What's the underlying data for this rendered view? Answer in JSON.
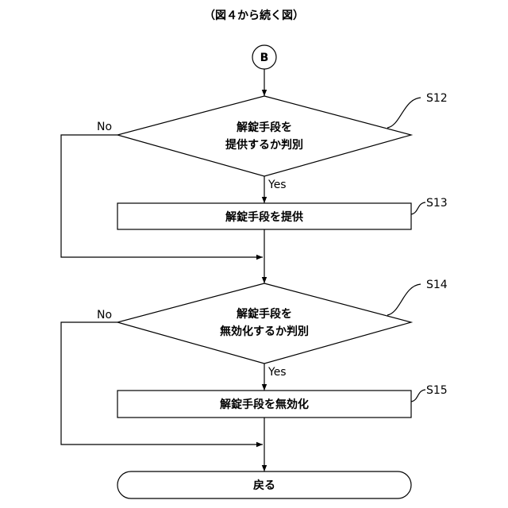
{
  "title": "（図４から続く図）",
  "connector": "B",
  "steps": {
    "s12": {
      "ref": "S12",
      "line1": "解錠手段を",
      "line2": "提供するか判別",
      "no_label": "No",
      "yes_label": "Yes"
    },
    "s13": {
      "ref": "S13",
      "text": "解錠手段を提供"
    },
    "s14": {
      "ref": "S14",
      "line1": "解錠手段を",
      "line2": "無効化するか判別",
      "no_label": "No",
      "yes_label": "Yes"
    },
    "s15": {
      "ref": "S15",
      "text": "解錠手段を無効化"
    },
    "end": {
      "text": "戻る"
    }
  }
}
